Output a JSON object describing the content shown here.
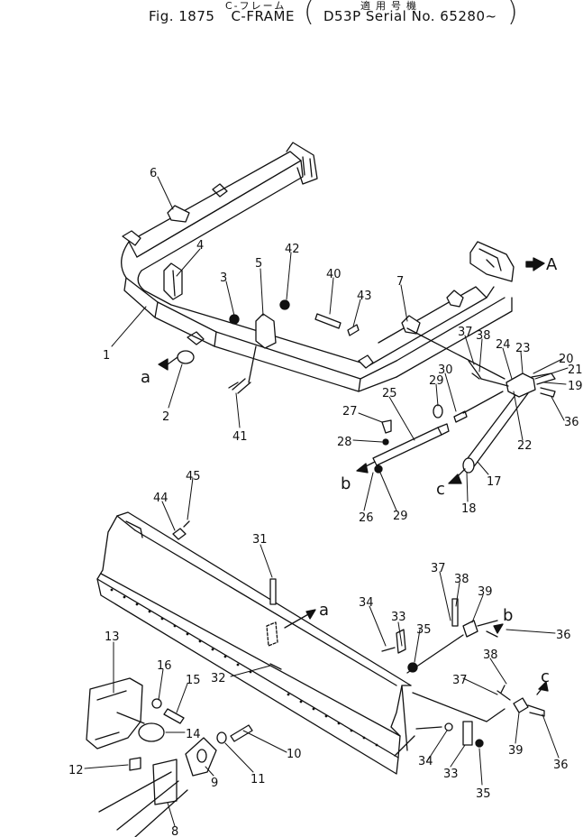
{
  "header": {
    "jp_title": "C-フレーム",
    "jp_serial": "適用号機",
    "fig_label": "Fig. 1875",
    "title": "C-FRAME",
    "serial": "D53P Serial No. 65280~"
  },
  "view_labels": {
    "view_a": "A",
    "ref_a": "a",
    "ref_b": "b",
    "ref_c": "c"
  },
  "callouts": {
    "p1": "1",
    "p2": "2",
    "p3": "3",
    "p4": "4",
    "p5": "5",
    "p6": "6",
    "p7": "7",
    "p8": "8",
    "p9": "9",
    "p10": "10",
    "p11": "11",
    "p12": "12",
    "p13": "13",
    "p14": "14",
    "p15": "15",
    "p16": "16",
    "p17": "17",
    "p18": "18",
    "p19": "19",
    "p20": "20",
    "p21": "21",
    "p22": "22",
    "p23": "23",
    "p24": "24",
    "p25": "25",
    "p26": "26",
    "p27": "27",
    "p28": "28",
    "p29": "29",
    "p30": "30",
    "p31": "31",
    "p32": "32",
    "p33": "33",
    "p34": "34",
    "p35": "35",
    "p36": "36",
    "p37": "37",
    "p38": "38",
    "p39": "39",
    "p40": "40",
    "p41": "41",
    "p42": "42",
    "p43": "43",
    "p44": "44",
    "p45": "45"
  },
  "colors": {
    "ink": "#111111",
    "paper": "#ffffff"
  }
}
